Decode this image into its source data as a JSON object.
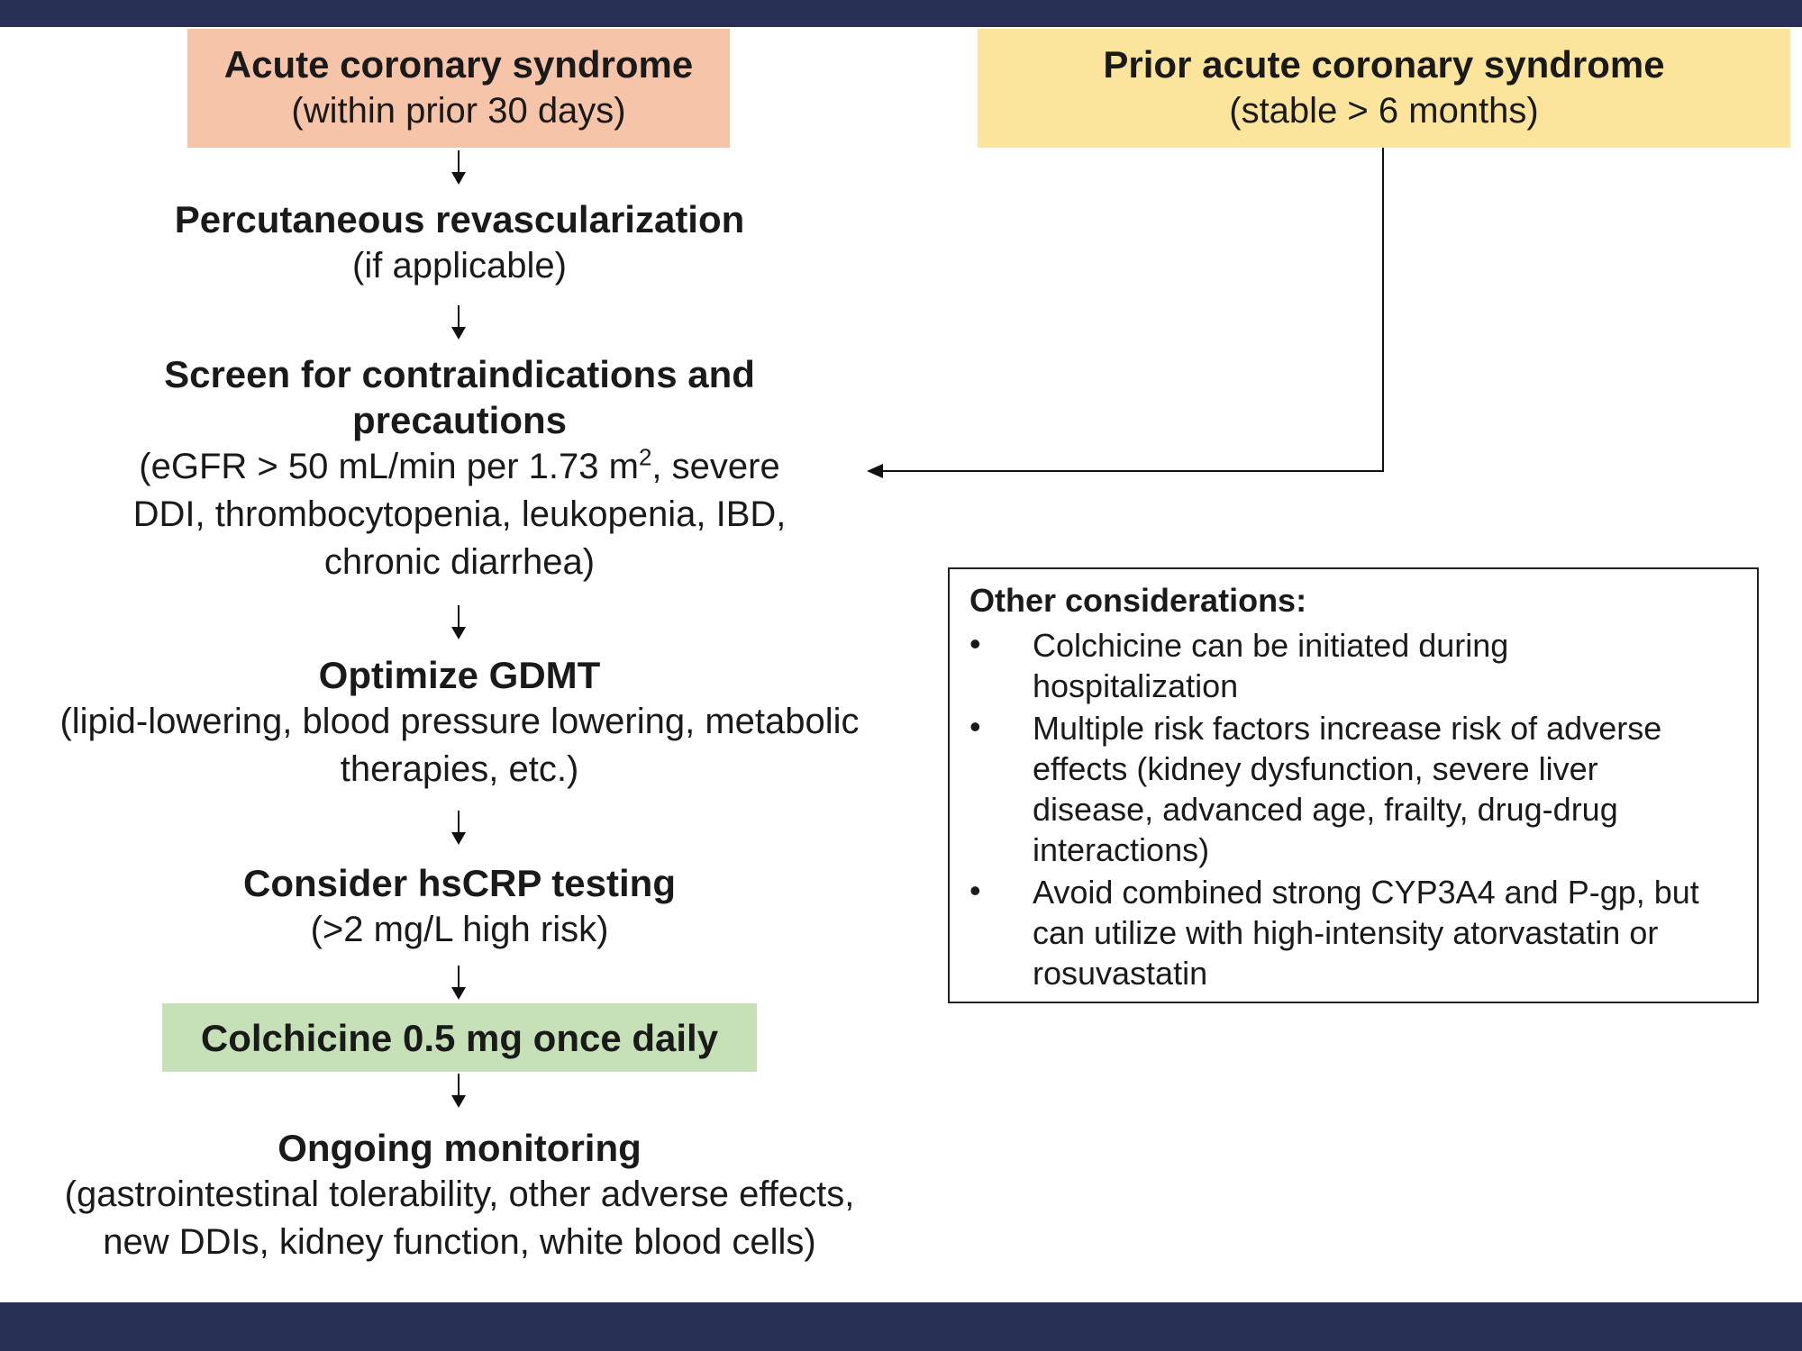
{
  "colors": {
    "band": "#283155",
    "acs_box": "#f6c4a8",
    "prior_box": "#fbe59c",
    "colchicine_box": "#c6e1b7"
  },
  "acs": {
    "title": "Acute coronary syndrome",
    "subtitle": "(within prior 30 days)"
  },
  "prior": {
    "title": "Prior acute coronary syndrome",
    "subtitle": "(stable > 6 months)"
  },
  "steps": {
    "revasc": {
      "title": "Percutaneous revascularization",
      "subtitle": "(if applicable)"
    },
    "screen": {
      "title_line1": "Screen for contraindications and",
      "title_line2": "precautions",
      "detail_line1_pre": "(eGFR > 50 mL/min per 1.73 m",
      "detail_line1_sup": "2",
      "detail_line1_post": ", severe",
      "detail_line2": "DDI, thrombocytopenia, leukopenia, IBD,",
      "detail_line3": "chronic diarrhea)"
    },
    "gdmt": {
      "title": "Optimize GDMT",
      "detail_line1": "(lipid-lowering, blood pressure lowering, metabolic",
      "detail_line2": "therapies, etc.)"
    },
    "hscrp": {
      "title": "Consider hsCRP testing",
      "detail": "(>2 mg/L high risk)"
    },
    "colchicine": {
      "label": "Colchicine 0.5 mg once daily"
    },
    "monitoring": {
      "title": "Ongoing monitoring",
      "detail_line1": "(gastrointestinal tolerability, other adverse effects,",
      "detail_line2": "new DDIs, kidney function, white blood cells)"
    }
  },
  "other_considerations": {
    "title": "Other considerations:",
    "bullet_char": "•",
    "items": [
      {
        "line1": "Colchicine can be initiated during",
        "line2": "hospitalization"
      },
      {
        "line1": "Multiple risk factors increase risk of adverse",
        "line2": "effects (kidney dysfunction, severe liver",
        "line3": "disease, advanced age, frailty, drug-drug",
        "line4": "interactions)"
      },
      {
        "line1": "Avoid combined strong CYP3A4 and P-gp, but",
        "line2": "can utilize with high-intensity atorvastatin or",
        "line3": "rosuvastatin"
      }
    ]
  }
}
